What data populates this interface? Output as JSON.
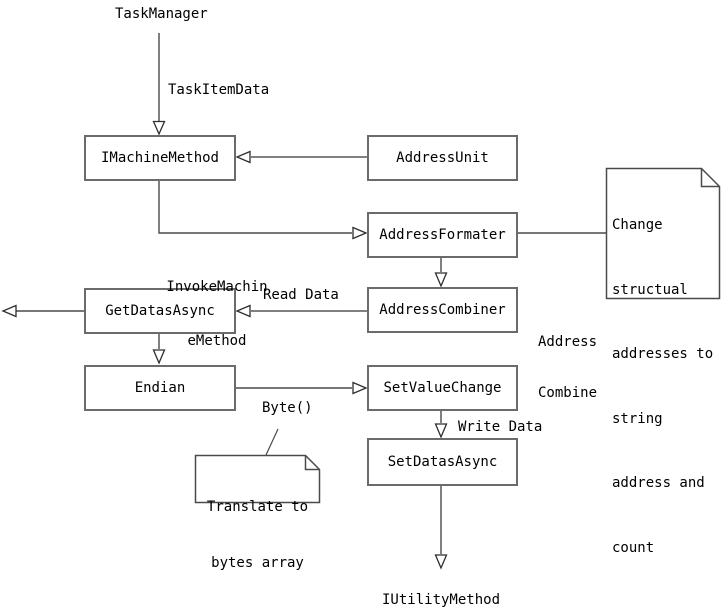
{
  "diagram": {
    "labels": {
      "task_manager": "TaskManager",
      "task_item_data": "TaskItemData",
      "invoke_machine_line1": "InvokeMachin",
      "invoke_machine_line2": "eMethod",
      "read_data": "Read Data",
      "address_combine_line1": "Address",
      "address_combine_line2": "Combine",
      "byte_call": "Byte()",
      "write_data": "Write Data",
      "iutility_method": "IUtilityMethod"
    },
    "nodes": {
      "imachine_method": "IMachineMethod",
      "address_unit": "AddressUnit",
      "address_formater": "AddressFormater",
      "address_combiner": "AddressCombiner",
      "get_datas_async": "GetDatasAsync",
      "endian": "Endian",
      "set_value_change": "SetValueChange",
      "set_datas_async": "SetDatasAsync"
    },
    "notes": {
      "change_structural": {
        "lines": [
          "Change",
          "structual",
          "addresses to",
          "string",
          "address and",
          "count"
        ]
      },
      "translate_bytes": {
        "lines": [
          "Translate to",
          "bytes array"
        ]
      }
    },
    "colors": {
      "background": "#ffffff",
      "box_border": "#6b6b6b",
      "connector_light": "#808080",
      "connector_dark": "#4a4a4a",
      "arrow_outline": "#2e2e2e",
      "text": "#000000"
    }
  }
}
